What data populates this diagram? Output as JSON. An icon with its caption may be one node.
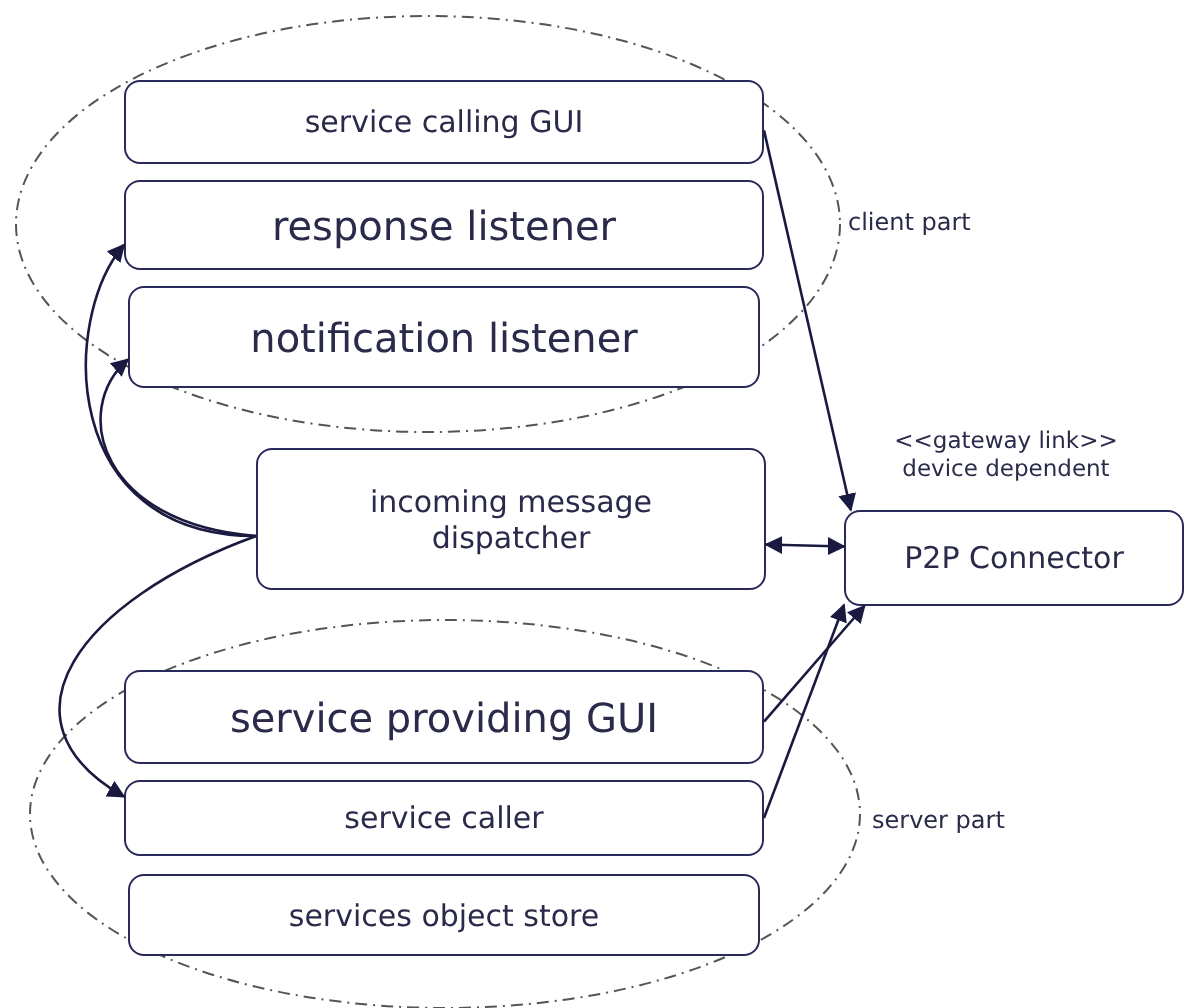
{
  "diagram": {
    "nodes": [
      {
        "text": [
          "client part"
        ]
      },
      {
        "text": [
          "service calling GUI"
        ],
        "in": 0
      },
      {
        "text": [
          "response listener"
        ],
        "in": 0
      },
      {
        "text": [
          "notification listener"
        ],
        "in": 0
      },
      {
        "text": [
          "incoming message dispatcher"
        ]
      },
      {
        "text": [
          "P2P Connector"
        ],
        "beside": [
          "<<gateway link>>",
          "device dependent"
        ]
      },
      {
        "text": [
          "server part"
        ]
      },
      {
        "text": [
          "service providing GUI"
        ],
        "in": 6
      },
      {
        "text": [
          "service caller"
        ],
        "in": 6
      },
      {
        "text": [
          "services object store"
        ],
        "in": 6
      }
    ],
    "edges": [
      {
        "from": 1,
        "to": 5,
        "arrow": "to"
      },
      {
        "from": 4,
        "to": 2,
        "arrow": "to"
      },
      {
        "from": 4,
        "to": 3,
        "arrow": "to"
      },
      {
        "from": 4,
        "to": 5,
        "arrow": "both"
      },
      {
        "from": 4,
        "to": 8,
        "arrow": "to"
      },
      {
        "from": 7,
        "to": 5,
        "arrow": "to"
      },
      {
        "from": 8,
        "to": 5,
        "arrow": "to"
      }
    ]
  }
}
